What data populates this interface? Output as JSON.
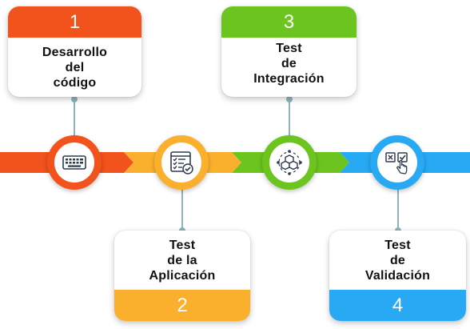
{
  "colors": {
    "step1": "#f2521b",
    "step2": "#fbb02d",
    "step3": "#6cc41f",
    "step4": "#27a9f3",
    "connector": "#8fb3bd",
    "icon_stroke": "#2e3b4e"
  },
  "steps": [
    {
      "number": "1",
      "label_lines": [
        "Desarrollo",
        "del",
        "código"
      ],
      "icon": "keyboard-icon"
    },
    {
      "number": "2",
      "label_lines": [
        "Test",
        "de la",
        "Aplicación"
      ],
      "icon": "checklist-icon"
    },
    {
      "number": "3",
      "label_lines": [
        "Test",
        "de",
        "Integración"
      ],
      "icon": "cubes-network-icon"
    },
    {
      "number": "4",
      "label_lines": [
        "Test",
        "de",
        "Validación"
      ],
      "icon": "hand-click-checkbox-icon"
    }
  ]
}
